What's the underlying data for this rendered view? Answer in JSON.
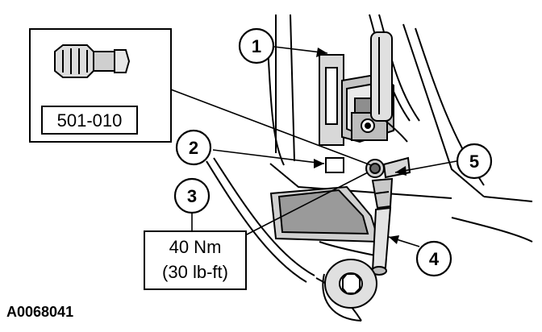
{
  "callouts": [
    {
      "num": "1"
    },
    {
      "num": "2"
    },
    {
      "num": "3"
    },
    {
      "num": "4"
    },
    {
      "num": "5"
    }
  ],
  "tool_box": {
    "label": "501-010"
  },
  "torque_box": {
    "line1": "40 Nm",
    "line2": "(30 lb-ft)"
  },
  "figure_id": "A0068041",
  "colors": {
    "ink": "#000000",
    "paper": "#ffffff"
  }
}
